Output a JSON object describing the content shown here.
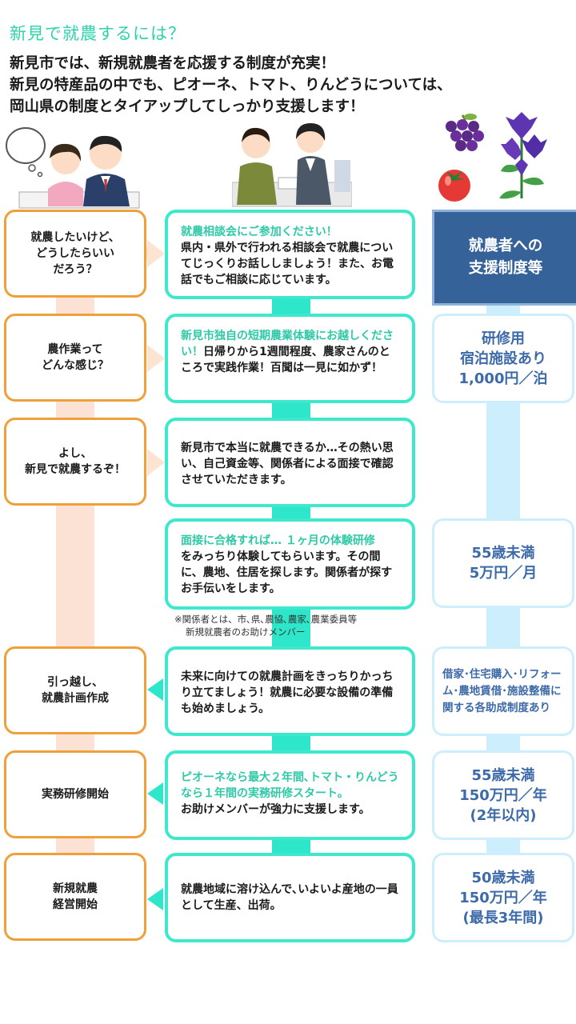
{
  "title": "新見で就農するには？",
  "intro": [
    "新見市では、新規就農者を応援する制度が充実！",
    "新見の特産品の中でも、ピオーネ、トマト、りんどうについては、",
    "岡山県の制度とタイアップしてしっかり支援します！"
  ],
  "support_header": [
    "就農者への",
    "支援制度等"
  ],
  "steps": [
    {
      "left": [
        "就農したいけど、",
        "どうしたらいい",
        "だろう？"
      ],
      "mid_highlight": "就農相談会にご参加ください！",
      "mid_text": "県内・県外で行われる相談会で就農についてじっくりお話ししましょう！また、お電話でもご相談に応じています。"
    },
    {
      "left": [
        "農作業って",
        "どんな感じ？"
      ],
      "mid_highlight": "新見市独自の短期農業体験にお越しください！",
      "mid_text": "日帰りから1週間程度、農家さんのところで実践作業！百聞は一見に如かず！",
      "right": [
        "研修用",
        "宿泊施設あり",
        "1,000円／泊"
      ]
    },
    {
      "left": [
        "よし、",
        "新見で就農するぞ！"
      ],
      "mid_highlight": "",
      "mid_text": "新見市で本当に就農できるか…その熱い思い、自己資金等、関係者による面接で確認させていただきます。"
    },
    {
      "mid_highlight": "面接に合格すれば… １ヶ月の体験研修",
      "mid_text": "をみっちり体験してもらいます。その間に、農地、住居を探します。関係者が探すお手伝いをします。",
      "right": [
        "55歳未満",
        "5万円／月"
      ]
    },
    {
      "left": [
        "引っ越し、",
        "就農計画作成"
      ],
      "mid_highlight": "",
      "mid_text": "未来に向けての就農計画をきっちりかっちり立てましょう！就農に必要な設備の準備も始めましょう。",
      "right_small": "借家･住宅購入･リフォーム･農地賃借･施設整備に関する各助成制度あり"
    },
    {
      "left": [
        "実務研修開始"
      ],
      "mid_highlight": "ピオーネなら最大２年間､トマト・りんどうなら１年間の実務研修スタート。",
      "mid_text": "お助けメンバーが強力に支援します。",
      "right": [
        "55歳未満",
        "150万円／年",
        "(2年以内)"
      ]
    },
    {
      "left": [
        "新規就農",
        "経営開始"
      ],
      "mid_highlight": "",
      "mid_text": "就農地域に溶け込んで､いよいよ産地の一員として生産、出荷。",
      "right": [
        "50歳未満",
        "150万円／年",
        "(最長3年間)"
      ]
    }
  ],
  "note": [
    "※関係者とは、市､県､農協､農家､農業委員等",
    "新規就農者のお助けメンバー"
  ],
  "icons": [
    "thinking-people-icon",
    "consultation-icon",
    "grape-icon",
    "tomato-icon",
    "gentian-flower-icon"
  ]
}
